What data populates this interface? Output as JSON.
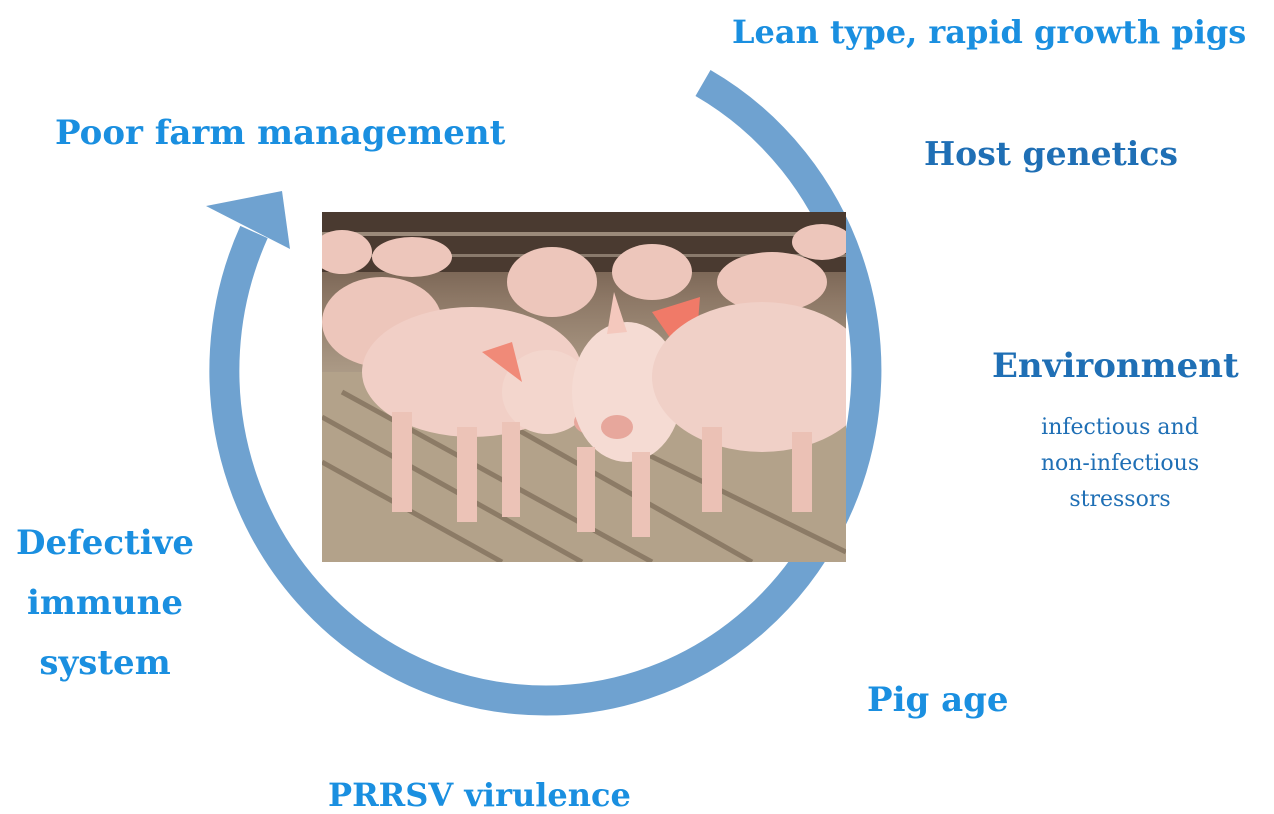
{
  "labels": {
    "lean_type": "Lean type, rapid growth  pigs",
    "host_genetics": "Host genetics",
    "poor_farm": "Poor farm management",
    "environment": "Environment",
    "environment_sub_line1": "infectious and",
    "environment_sub_line2": "non-infectious",
    "environment_sub_line3": "stressors",
    "defective_line1": "Defective",
    "defective_line2": "immune",
    "defective_line3": "system",
    "pig_age": "Pig age",
    "prrsv": "PRRSV virulence"
  },
  "colors": {
    "arrow": "#6fa2d0",
    "label_bright": "#1a8fe0",
    "label_dark": "#1f6fb5"
  },
  "photo": {
    "subject": "piglets standing on slatted barn floor"
  }
}
